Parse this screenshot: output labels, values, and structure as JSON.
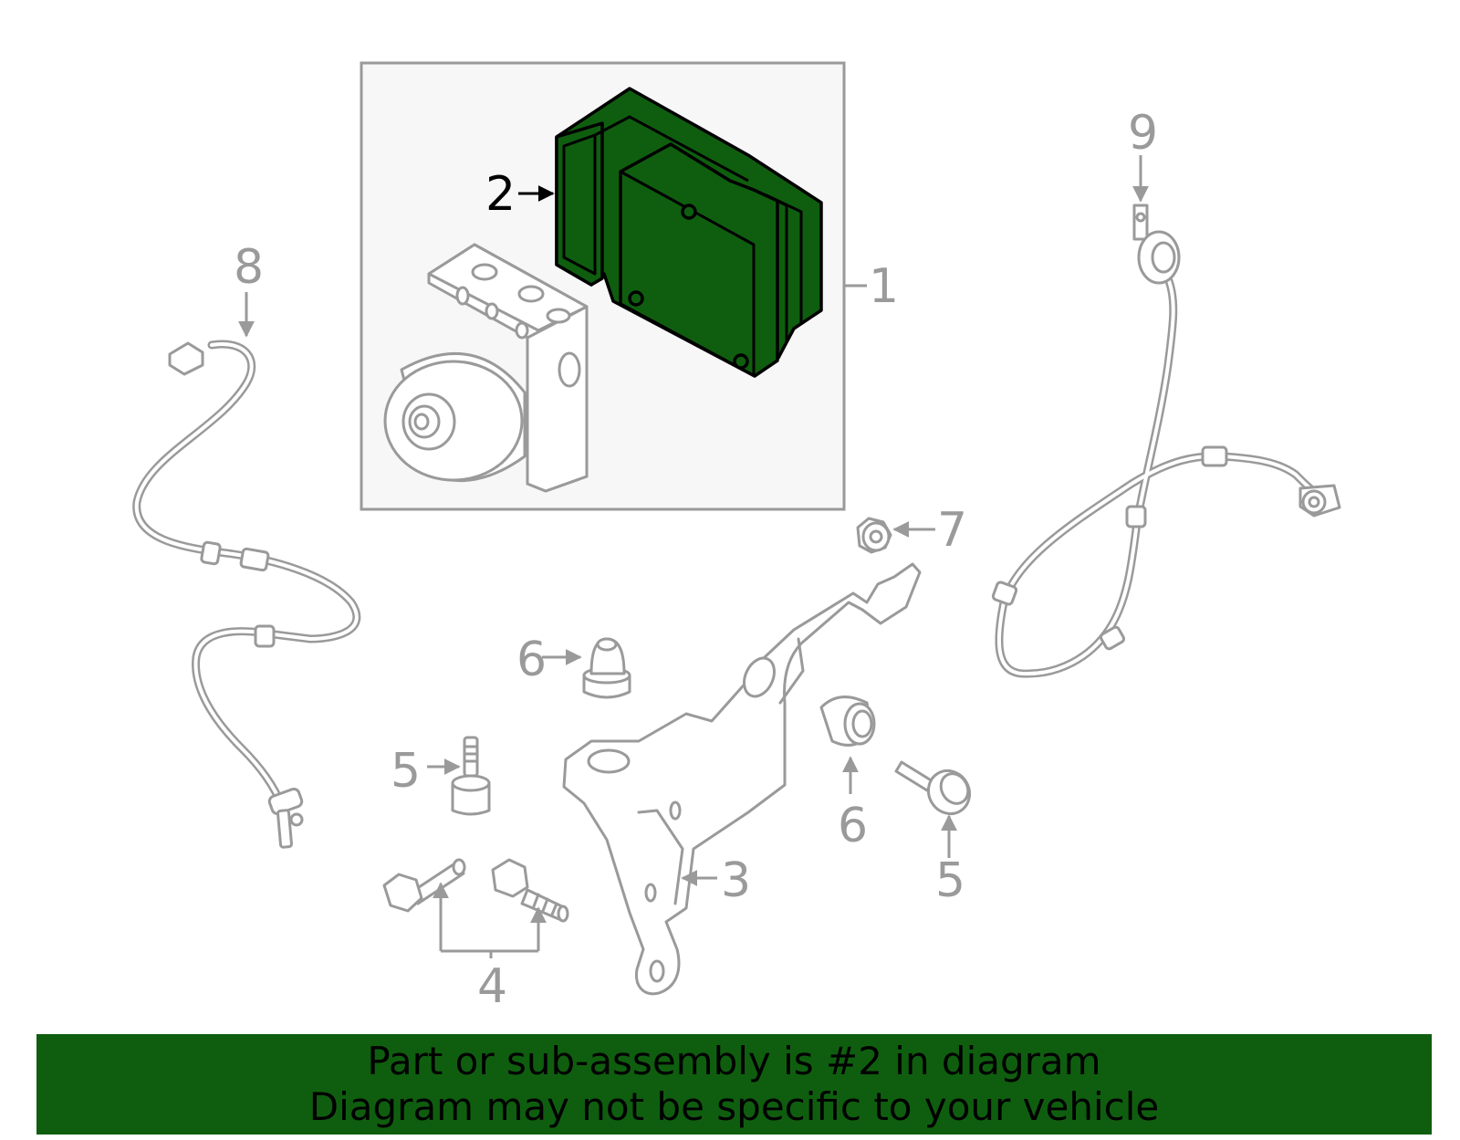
{
  "callouts": {
    "c1": "1",
    "c2": "2",
    "c3": "3",
    "c4": "4",
    "c5a": "5",
    "c5b": "5",
    "c6a": "6",
    "c6b": "6",
    "c7": "7",
    "c8": "8",
    "c9": "9"
  },
  "highlight": {
    "part_number": "2",
    "color": "#0f5e0f"
  },
  "banner": {
    "line1": "Part or sub-assembly is #2 in diagram",
    "line2": "Diagram may not be specific to your vehicle",
    "color": "#0f5e0f"
  }
}
